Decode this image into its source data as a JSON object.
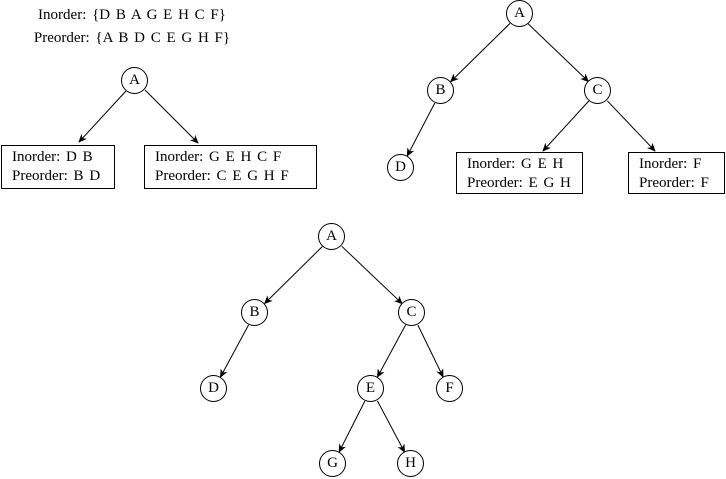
{
  "problem": {
    "inorder_line": "Inorder: {D B A G E H C F}",
    "preorder_line": "Preorder: {A B D C E G H F}"
  },
  "step1": {
    "nodes": {
      "a": "A"
    },
    "left_box": {
      "inorder": "Inorder: D B",
      "preorder": "Preorder: B D"
    },
    "right_box": {
      "inorder": "Inorder: G E H C F",
      "preorder": "Preorder: C E G H F"
    },
    "edges": [
      "A->left-box",
      "A->right-box"
    ]
  },
  "step2": {
    "nodes": {
      "a": "A",
      "b": "B",
      "c": "C",
      "d": "D"
    },
    "left_box": {
      "inorder": "Inorder: G E H",
      "preorder": "Preorder: E G H"
    },
    "right_box": {
      "inorder": "Inorder: F",
      "preorder": "Preorder: F"
    },
    "edges": [
      "A->B",
      "A->C",
      "B->D",
      "C->left-box",
      "C->right-box"
    ]
  },
  "step3": {
    "nodes": {
      "a": "A",
      "b": "B",
      "c": "C",
      "d": "D",
      "e": "E",
      "f": "F",
      "g": "G",
      "h": "H"
    },
    "edges": [
      "A->B",
      "A->C",
      "B->D",
      "C->E",
      "C->F",
      "E->G",
      "E->H"
    ]
  },
  "colors": {
    "line": "#000000",
    "background": "#ffffff"
  }
}
